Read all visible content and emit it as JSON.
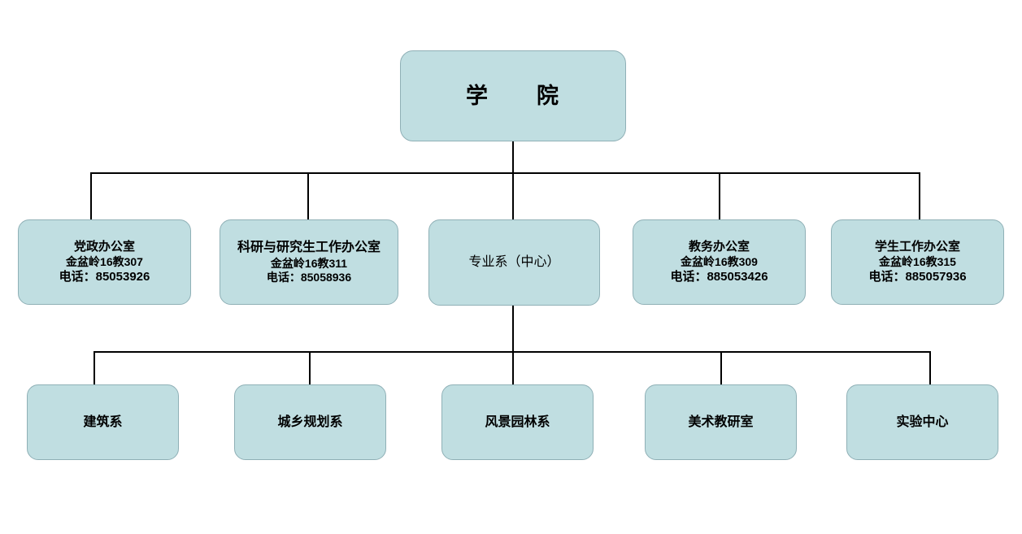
{
  "chart_data": {
    "type": "diagram",
    "title": "学院组织机构图",
    "orientation": "top-down",
    "levels": 3
  },
  "root": {
    "title": "学　　院"
  },
  "offices": [
    {
      "title": "党政办公室",
      "address": "金盆岭16教307",
      "phone": "电话：85053926"
    },
    {
      "title": "科研与研究生工作办公室",
      "address": "金盆岭16教311",
      "phone": "电话：85058936"
    },
    {
      "title": "专业系（中心）",
      "address": "",
      "phone": ""
    },
    {
      "title": "教务办公室",
      "address": "金盆岭16教309",
      "phone": "电话：885053426"
    },
    {
      "title": "学生工作办公室",
      "address": "金盆岭16教315",
      "phone": "电话：885057936"
    }
  ],
  "departments": [
    {
      "title": "建筑系"
    },
    {
      "title": "城乡规划系"
    },
    {
      "title": "风景园林系"
    },
    {
      "title": "美术教研室"
    },
    {
      "title": "实验中心"
    }
  ],
  "colors": {
    "node_fill": "#c0dee1",
    "node_border": "#8fb0b6",
    "connector": "#000000",
    "background": "#ffffff",
    "text": "#000000"
  }
}
